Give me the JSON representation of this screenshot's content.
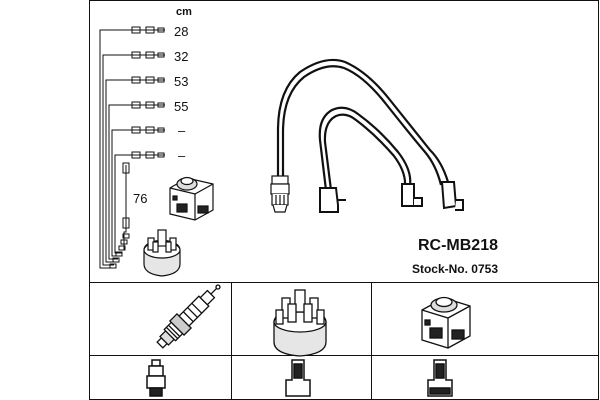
{
  "diagram": {
    "unit": "cm",
    "lengths": [
      "28",
      "32",
      "53",
      "55",
      "–",
      "–",
      "76"
    ],
    "part_number": "RC-MB218",
    "stock_number": "Stock-No. 0753"
  },
  "icons": {
    "top_left": [
      "ignition-cable-set-icon",
      "ignition-coil-icon",
      "distributor-cap-icon"
    ],
    "top_right": [
      "spark-plug-cable-harness-icon"
    ],
    "bottom_row": [
      "spark-plug-icon",
      "distributor-cap-icon",
      "ignition-coil-icon"
    ],
    "terminal_row": [
      "spark-plug-terminal-icon",
      "distributor-terminal-icon",
      "coil-terminal-icon"
    ]
  },
  "colors": {
    "line": "#111111",
    "background": "#ffffff"
  }
}
